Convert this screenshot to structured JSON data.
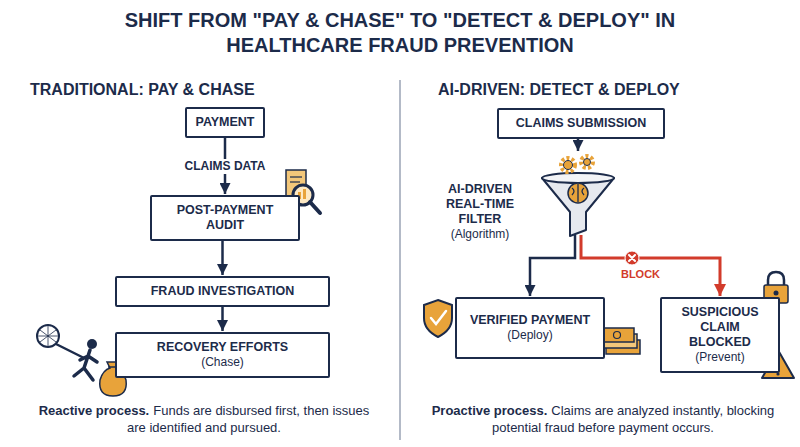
{
  "diagram": {
    "title": "SHIFT FROM \"PAY & CHASE\" TO \"DETECT & DEPLOY\" IN HEALTHCARE FRAUD PREVENTION",
    "nodes": [
      {
        "text": [
          "PAYMENT"
        ]
      },
      {
        "text": [
          "POST-PAYMENT AUDIT"
        ]
      },
      {
        "text": [
          "FRAUD INVESTIGATION"
        ]
      },
      {
        "text": [
          "RECOVERY EFFORTS",
          "(Chase)"
        ]
      },
      {
        "text": [
          "CLAIMS SUBMISSION"
        ]
      },
      {
        "text": [
          "AI-DRIVEN REAL-TIME FILTER",
          "(Algorithm)"
        ]
      },
      {
        "text": [
          "VERIFIED PAYMENT",
          "(Deploy)"
        ]
      },
      {
        "text": [
          "SUSPICIOUS CLAIM BLOCKED",
          "(Prevent)"
        ]
      }
    ],
    "edges": [
      {
        "from": 0,
        "to": 1,
        "arrow": "to",
        "label": "CLAIMS DATA"
      },
      {
        "from": 1,
        "to": 2,
        "arrow": "to"
      },
      {
        "from": 2,
        "to": 3,
        "arrow": "to"
      },
      {
        "from": 4,
        "to": 5,
        "arrow": "to"
      },
      {
        "from": 5,
        "to": 6,
        "arrow": "to"
      },
      {
        "from": 5,
        "to": 7,
        "arrow": "to",
        "label": "BLOCK"
      }
    ],
    "labels": [
      "TRADITIONAL: PAY & CHASE",
      "AI-DRIVEN: DETECT & DEPLOY",
      "Reactive process.",
      "Funds are disbursed first, then issues are identified and pursued.",
      "Proactive process.",
      "Claims are analyzed instantly, blocking potential fraud before payment occurs."
    ]
  }
}
